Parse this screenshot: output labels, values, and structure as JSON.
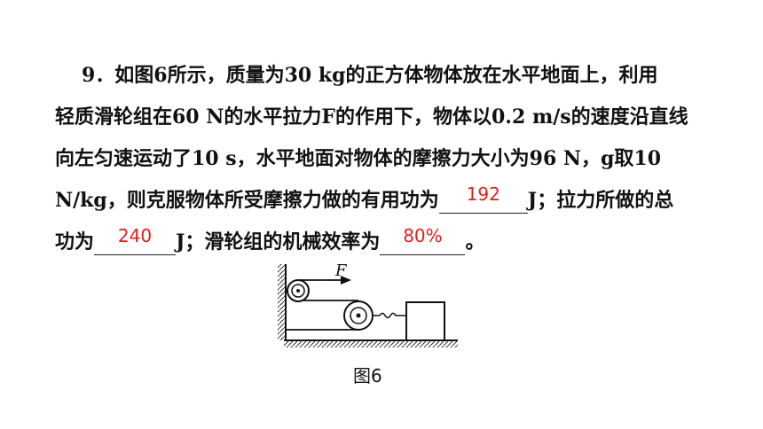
{
  "question": {
    "line1": "9．如图6所示，质量为30 kg的正方体物体放在水平地面上，利用",
    "line2": "轻质滑轮组在60 N的水平拉力F的作用下，物体以0.2 m/s的速度沿直线",
    "line3": "向左匀速运动了10 s，水平地面对物体的摩擦力大小为96 N，g取10",
    "line4_a": "N/kg，则克服物体所受摩擦力做的有用功为",
    "line4_b": "J；拉力所做的总",
    "line5_a": "功为",
    "line5_b": "J；滑轮组的机械效率为",
    "line5_c": "。"
  },
  "answers": {
    "useful_work": "192",
    "total_work": "240",
    "efficiency": "80%"
  },
  "figure": {
    "force_label": "F",
    "caption": "图6"
  }
}
